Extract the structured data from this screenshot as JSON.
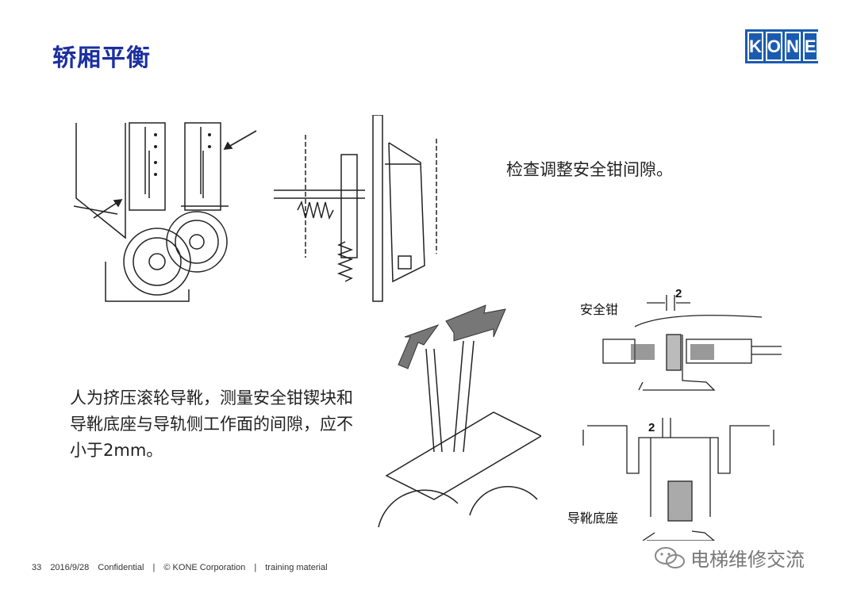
{
  "title": "轿厢平衡",
  "logo": {
    "letters": [
      "K",
      "O",
      "N",
      "E"
    ]
  },
  "text": {
    "check_safety_gear": "检查调整安全钳间隙。",
    "press_roller": "人为挤压滚轮导靴，测量安全钳锲块和导靴底座与导轨侧工作面的间隙，应不小于2mm。"
  },
  "diagram_labels": {
    "safety_gear": "安全钳",
    "guide_shoe_base": "导靴底座",
    "gap_top": "2",
    "gap_bottom": "2"
  },
  "footer": {
    "page": "33",
    "date": "2016/9/28",
    "confidential": "Confidential",
    "sep1": "|",
    "corp": "© KONE Corporation",
    "sep2": "|",
    "material": "training material"
  },
  "watermark": {
    "text": "电梯维修交流"
  }
}
